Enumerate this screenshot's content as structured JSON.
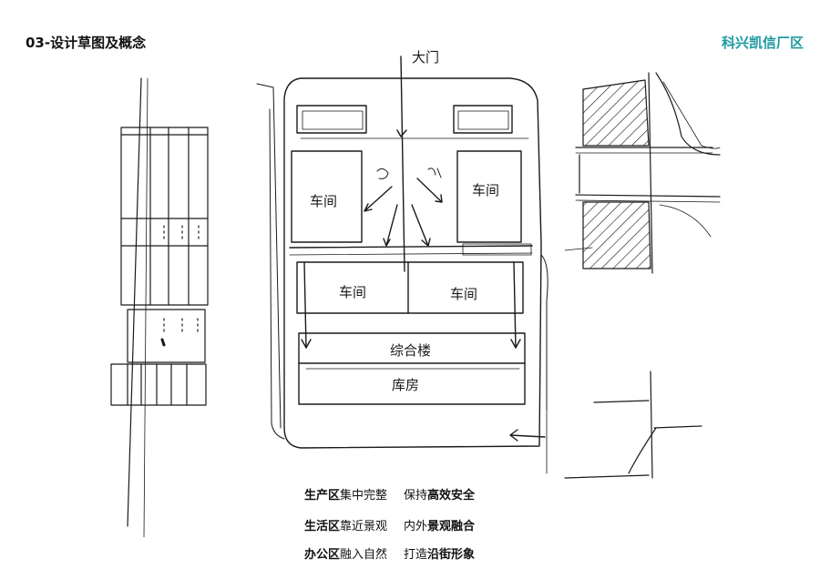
{
  "header": {
    "title": "03-设计草图及概念",
    "brand": "科兴凯信厂区"
  },
  "sketch": {
    "labels": {
      "north_label": "大门",
      "workshop_top_left": "车间",
      "workshop_top_right": "车间",
      "workshop_mid_left": "车间",
      "workshop_mid_right": "车间",
      "office_band": "综合楼",
      "warehouse_band": "库房"
    }
  },
  "captions": [
    {
      "zone": "生产区",
      "desc": "集中完整",
      "verb": "保持",
      "key": "高效安全"
    },
    {
      "zone": "生活区",
      "desc": "靠近景观",
      "verb": "内外",
      "key": "景观融合"
    },
    {
      "zone": "办公区",
      "desc": "融入自然",
      "verb": "打造",
      "key": "沿街形象"
    }
  ],
  "colors": {
    "brand": "#1e9aa0",
    "ink": "#1a1a1a"
  }
}
